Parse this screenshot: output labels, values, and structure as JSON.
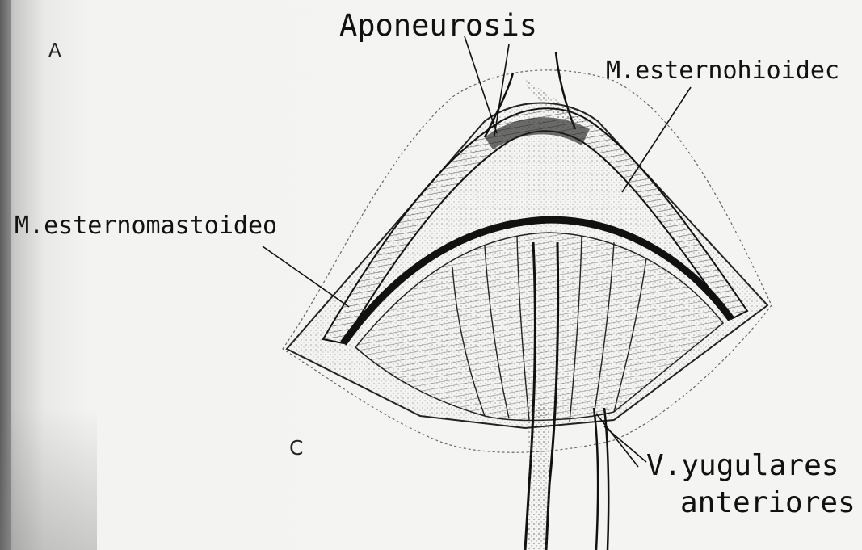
{
  "corner_letters": {
    "top_left": "A",
    "bottom": "C"
  },
  "labels": {
    "aponeurosis": "Aponeurosis",
    "esternohioideo": "M.esternohioidec",
    "esternomastoideo": "M.esternomastoideo",
    "yugulares_line1": "V.yugulares",
    "yugulares_line2": "anteriores"
  },
  "colors": {
    "paper": "#f4f4f2",
    "ink": "#111111",
    "shading": "#2a2a2a"
  }
}
